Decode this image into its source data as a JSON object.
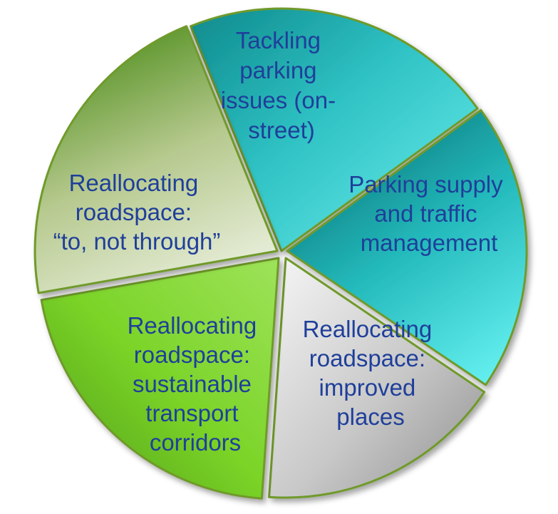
{
  "segments": [
    {
      "id": "tackling-parking",
      "lines": [
        "Tackling",
        "parking",
        "issues (on-",
        "street)"
      ]
    },
    {
      "id": "parking-supply",
      "lines": [
        "Parking supply",
        "and traffic",
        "management"
      ]
    },
    {
      "id": "improved-places",
      "lines": [
        "Reallocating",
        "roadspace:",
        "improved",
        "places"
      ]
    },
    {
      "id": "sustainable-corridors",
      "lines": [
        "Reallocating",
        "roadspace:",
        "sustainable",
        "transport",
        "corridors"
      ]
    },
    {
      "id": "to-not-through",
      "lines": [
        "Reallocating",
        "roadspace:",
        "“to, not through”"
      ]
    }
  ],
  "colors": {
    "outline": "#6f9a2c",
    "text": "#1f3f9a"
  }
}
